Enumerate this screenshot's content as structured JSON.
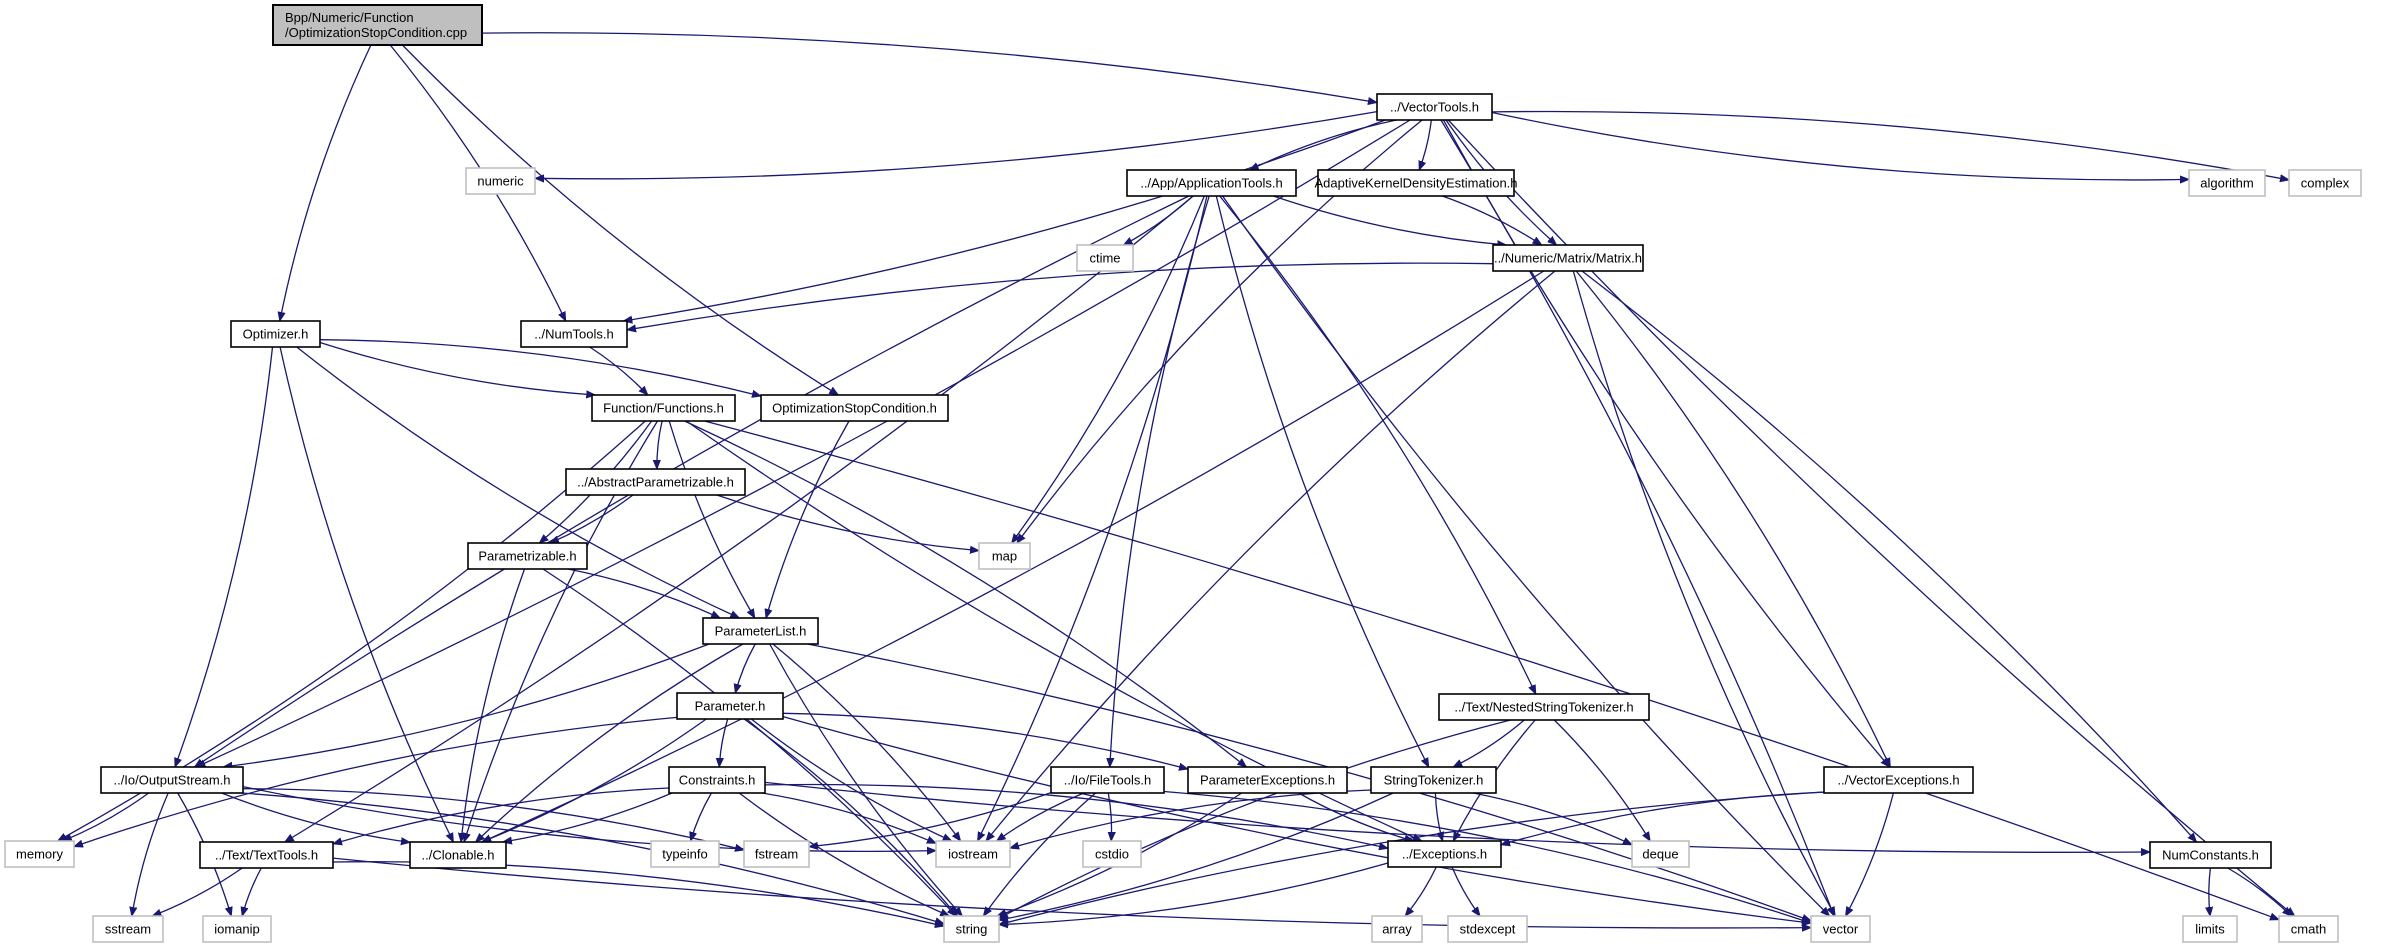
{
  "title": "Include dependency graph for OptimizationStopCondition.cpp",
  "colors": {
    "edge": "#191970",
    "root_fill": "#bfbfbf",
    "local_border": "#000000",
    "system_border": "#bfbfbf"
  },
  "nodes": [
    {
      "id": "root",
      "kind": "root",
      "lines": [
        "Bpp/Numeric/Function",
        "/OptimizationStopCondition.cpp"
      ]
    },
    {
      "id": "vectortools",
      "kind": "local",
      "lines": [
        "../VectorTools.h"
      ]
    },
    {
      "id": "numeric",
      "kind": "system",
      "lines": [
        "numeric"
      ]
    },
    {
      "id": "apptools",
      "kind": "local",
      "lines": [
        "../App/ApplicationTools.h"
      ]
    },
    {
      "id": "akde",
      "kind": "local",
      "lines": [
        "AdaptiveKernelDensityEstimation.h"
      ]
    },
    {
      "id": "algorithm",
      "kind": "system",
      "lines": [
        "algorithm"
      ]
    },
    {
      "id": "complex",
      "kind": "system",
      "lines": [
        "complex"
      ]
    },
    {
      "id": "ctime",
      "kind": "system",
      "lines": [
        "ctime"
      ]
    },
    {
      "id": "matrix",
      "kind": "local",
      "lines": [
        "../Numeric/Matrix/Matrix.h"
      ]
    },
    {
      "id": "optimizer",
      "kind": "local",
      "lines": [
        "Optimizer.h"
      ]
    },
    {
      "id": "numtools",
      "kind": "local",
      "lines": [
        "../NumTools.h"
      ]
    },
    {
      "id": "functions",
      "kind": "local",
      "lines": [
        "Function/Functions.h"
      ]
    },
    {
      "id": "optstop",
      "kind": "local",
      "lines": [
        "OptimizationStopCondition.h"
      ]
    },
    {
      "id": "abstractparam",
      "kind": "local",
      "lines": [
        "../AbstractParametrizable.h"
      ]
    },
    {
      "id": "map",
      "kind": "system",
      "lines": [
        "map"
      ]
    },
    {
      "id": "parametrizable",
      "kind": "local",
      "lines": [
        "Parametrizable.h"
      ]
    },
    {
      "id": "paramlist",
      "kind": "local",
      "lines": [
        "ParameterList.h"
      ]
    },
    {
      "id": "nestedtok",
      "kind": "local",
      "lines": [
        "../Text/NestedStringTokenizer.h"
      ]
    },
    {
      "id": "parameter",
      "kind": "local",
      "lines": [
        "Parameter.h"
      ]
    },
    {
      "id": "outputstream",
      "kind": "local",
      "lines": [
        "../Io/OutputStream.h"
      ]
    },
    {
      "id": "constraints",
      "kind": "local",
      "lines": [
        "Constraints.h"
      ]
    },
    {
      "id": "filetools",
      "kind": "local",
      "lines": [
        "../Io/FileTools.h"
      ]
    },
    {
      "id": "paramexc",
      "kind": "local",
      "lines": [
        "ParameterExceptions.h"
      ]
    },
    {
      "id": "stringtok",
      "kind": "local",
      "lines": [
        "StringTokenizer.h"
      ]
    },
    {
      "id": "vectorexc",
      "kind": "local",
      "lines": [
        "../VectorExceptions.h"
      ]
    },
    {
      "id": "memory",
      "kind": "system",
      "lines": [
        "memory"
      ]
    },
    {
      "id": "texttools",
      "kind": "local",
      "lines": [
        "../Text/TextTools.h"
      ]
    },
    {
      "id": "clonable",
      "kind": "local",
      "lines": [
        "../Clonable.h"
      ]
    },
    {
      "id": "typeinfo",
      "kind": "system",
      "lines": [
        "typeinfo"
      ]
    },
    {
      "id": "fstream",
      "kind": "system",
      "lines": [
        "fstream"
      ]
    },
    {
      "id": "iostream",
      "kind": "system",
      "lines": [
        "iostream"
      ]
    },
    {
      "id": "cstdio",
      "kind": "system",
      "lines": [
        "cstdio"
      ]
    },
    {
      "id": "exceptions",
      "kind": "local",
      "lines": [
        "../Exceptions.h"
      ]
    },
    {
      "id": "deque",
      "kind": "system",
      "lines": [
        "deque"
      ]
    },
    {
      "id": "numconstants",
      "kind": "local",
      "lines": [
        "NumConstants.h"
      ]
    },
    {
      "id": "sstream",
      "kind": "system",
      "lines": [
        "sstream"
      ]
    },
    {
      "id": "iomanip",
      "kind": "system",
      "lines": [
        "iomanip"
      ]
    },
    {
      "id": "string",
      "kind": "system",
      "lines": [
        "string"
      ]
    },
    {
      "id": "array",
      "kind": "system",
      "lines": [
        "array"
      ]
    },
    {
      "id": "stdexcept",
      "kind": "system",
      "lines": [
        "stdexcept"
      ]
    },
    {
      "id": "vector",
      "kind": "system",
      "lines": [
        "vector"
      ]
    },
    {
      "id": "limits",
      "kind": "system",
      "lines": [
        "limits"
      ]
    },
    {
      "id": "cmath",
      "kind": "system",
      "lines": [
        "cmath"
      ]
    }
  ],
  "edges": [
    [
      "root",
      "vectortools"
    ],
    [
      "root",
      "optimizer"
    ],
    [
      "root",
      "numtools"
    ],
    [
      "root",
      "optstop"
    ],
    [
      "vectortools",
      "numeric"
    ],
    [
      "vectortools",
      "apptools"
    ],
    [
      "vectortools",
      "akde"
    ],
    [
      "vectortools",
      "algorithm"
    ],
    [
      "vectortools",
      "complex"
    ],
    [
      "vectortools",
      "matrix"
    ],
    [
      "vectortools",
      "numtools"
    ],
    [
      "vectortools",
      "map"
    ],
    [
      "vectortools",
      "outputstream"
    ],
    [
      "vectortools",
      "vectorexc"
    ],
    [
      "vectortools",
      "vector"
    ],
    [
      "vectortools",
      "cmath"
    ],
    [
      "apptools",
      "ctime"
    ],
    [
      "apptools",
      "matrix"
    ],
    [
      "apptools",
      "map"
    ],
    [
      "apptools",
      "outputstream"
    ],
    [
      "apptools",
      "texttools"
    ],
    [
      "apptools",
      "filetools"
    ],
    [
      "apptools",
      "iostream"
    ],
    [
      "apptools",
      "stringtok"
    ],
    [
      "apptools",
      "nestedtok"
    ],
    [
      "apptools",
      "vector"
    ],
    [
      "akde",
      "matrix"
    ],
    [
      "matrix",
      "numtools"
    ],
    [
      "matrix",
      "clonable"
    ],
    [
      "matrix",
      "iostream"
    ],
    [
      "matrix",
      "vectorexc"
    ],
    [
      "matrix",
      "vector"
    ],
    [
      "matrix",
      "numconstants"
    ],
    [
      "optimizer",
      "functions"
    ],
    [
      "optimizer",
      "optstop"
    ],
    [
      "optimizer",
      "paramlist"
    ],
    [
      "optimizer",
      "outputstream"
    ],
    [
      "optimizer",
      "clonable"
    ],
    [
      "numtools",
      "functions"
    ],
    [
      "functions",
      "abstractparam"
    ],
    [
      "functions",
      "parametrizable"
    ],
    [
      "functions",
      "paramlist"
    ],
    [
      "functions",
      "memory"
    ],
    [
      "functions",
      "clonable"
    ],
    [
      "functions",
      "paramexc"
    ],
    [
      "functions",
      "exceptions"
    ],
    [
      "functions",
      "cmath"
    ],
    [
      "optstop",
      "paramlist"
    ],
    [
      "abstractparam",
      "parametrizable"
    ],
    [
      "abstractparam",
      "map"
    ],
    [
      "parametrizable",
      "paramlist"
    ],
    [
      "parametrizable",
      "clonable"
    ],
    [
      "parametrizable",
      "string"
    ],
    [
      "paramlist",
      "parameter"
    ],
    [
      "paramlist",
      "outputstream"
    ],
    [
      "paramlist",
      "clonable"
    ],
    [
      "paramlist",
      "iostream"
    ],
    [
      "paramlist",
      "string"
    ],
    [
      "paramlist",
      "vector"
    ],
    [
      "parameter",
      "constraints"
    ],
    [
      "parameter",
      "paramexc"
    ],
    [
      "parameter",
      "memory"
    ],
    [
      "parameter",
      "clonable"
    ],
    [
      "parameter",
      "iostream"
    ],
    [
      "parameter",
      "string"
    ],
    [
      "parameter",
      "vector"
    ],
    [
      "nestedtok",
      "stringtok"
    ],
    [
      "nestedtok",
      "exceptions"
    ],
    [
      "nestedtok",
      "deque"
    ],
    [
      "nestedtok",
      "string"
    ],
    [
      "outputstream",
      "memory"
    ],
    [
      "outputstream",
      "sstream"
    ],
    [
      "outputstream",
      "iomanip"
    ],
    [
      "outputstream",
      "clonable"
    ],
    [
      "outputstream",
      "fstream"
    ],
    [
      "outputstream",
      "iostream"
    ],
    [
      "outputstream",
      "string"
    ],
    [
      "constraints",
      "texttools"
    ],
    [
      "constraints",
      "clonable"
    ],
    [
      "constraints",
      "typeinfo"
    ],
    [
      "constraints",
      "iostream"
    ],
    [
      "constraints",
      "string"
    ],
    [
      "constraints",
      "exceptions"
    ],
    [
      "constraints",
      "numconstants"
    ],
    [
      "filetools",
      "fstream"
    ],
    [
      "filetools",
      "iostream"
    ],
    [
      "filetools",
      "cstdio"
    ],
    [
      "filetools",
      "string"
    ],
    [
      "filetools",
      "vector"
    ],
    [
      "paramexc",
      "exceptions"
    ],
    [
      "paramexc",
      "string"
    ],
    [
      "stringtok",
      "exceptions"
    ],
    [
      "stringtok",
      "deque"
    ],
    [
      "stringtok",
      "iostream"
    ],
    [
      "stringtok",
      "string"
    ],
    [
      "vectorexc",
      "exceptions"
    ],
    [
      "vectorexc",
      "vector"
    ],
    [
      "vectorexc",
      "string"
    ],
    [
      "texttools",
      "sstream"
    ],
    [
      "texttools",
      "iomanip"
    ],
    [
      "texttools",
      "string"
    ],
    [
      "texttools",
      "vector"
    ],
    [
      "exceptions",
      "array"
    ],
    [
      "exceptions",
      "stdexcept"
    ],
    [
      "exceptions",
      "string"
    ],
    [
      "numconstants",
      "limits"
    ],
    [
      "numconstants",
      "cmath"
    ]
  ]
}
